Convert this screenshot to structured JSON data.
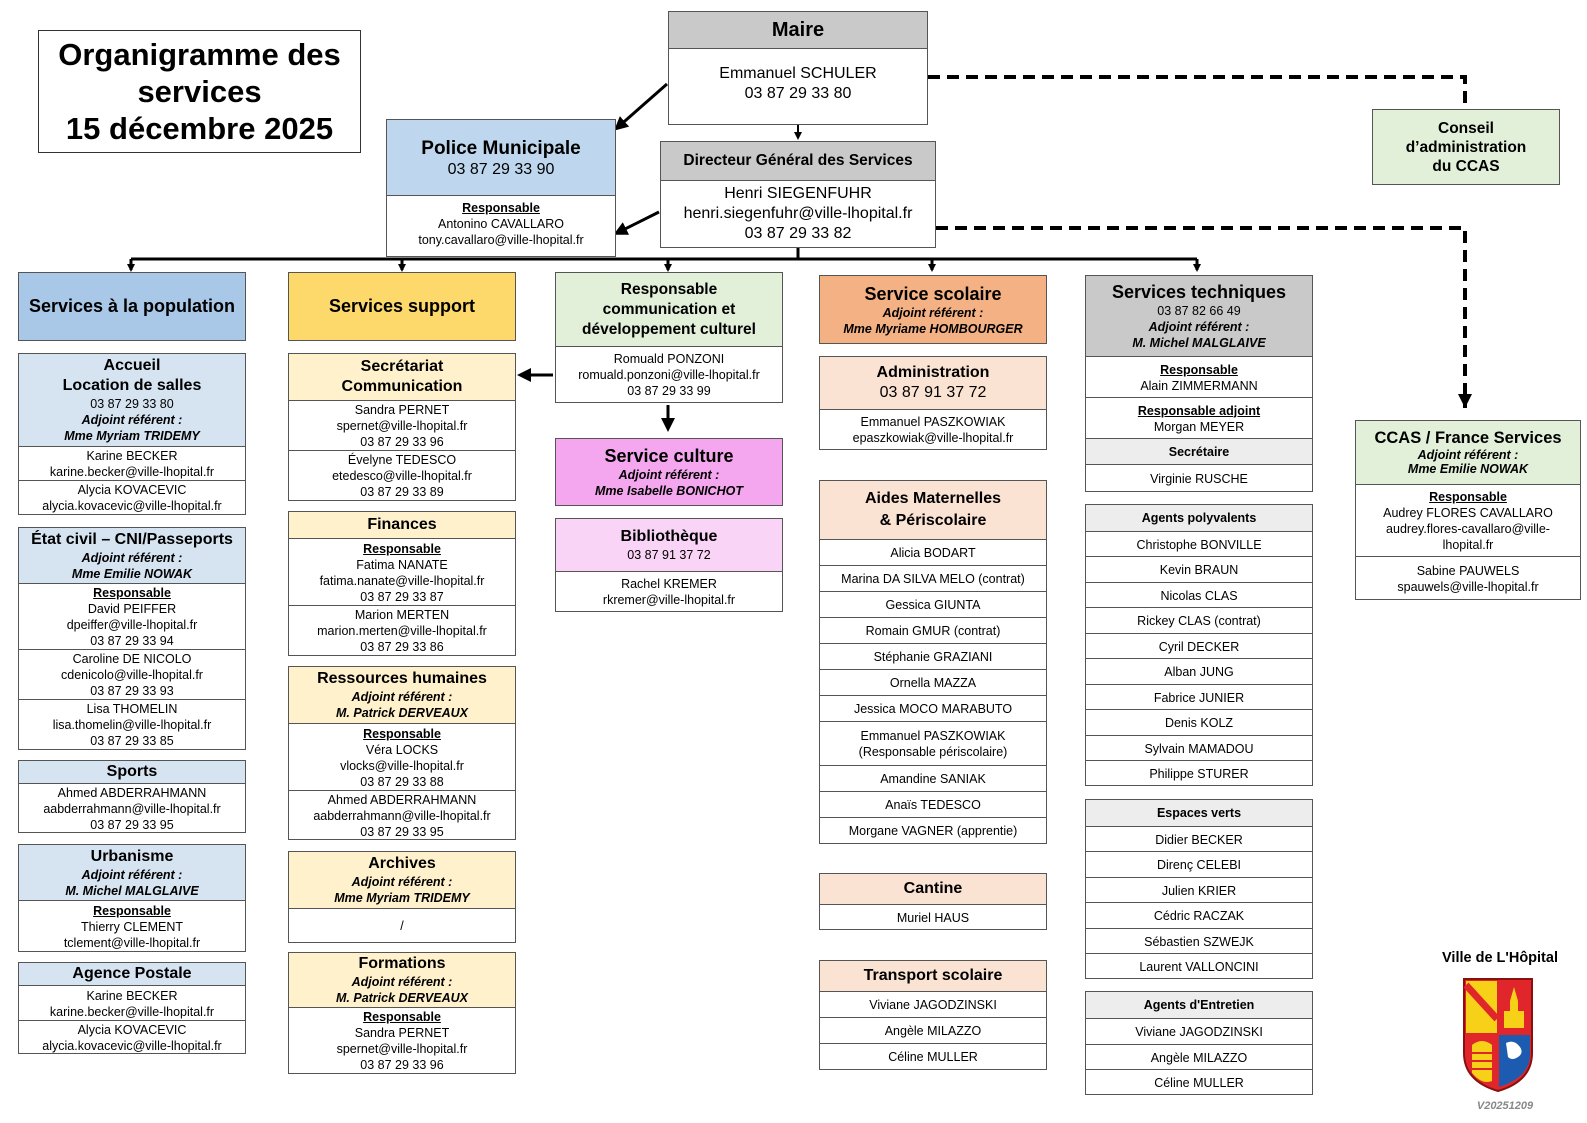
{
  "title": {
    "line1": "Organigramme des",
    "line2": "services",
    "line3": "15 décembre 2025"
  },
  "colors": {
    "blue": "#d6e4f2",
    "blue_dark": "#a9c7e6",
    "yellow": "#fdd86a",
    "yellow_light": "#fff1cc",
    "green": "#e2efd9",
    "orange": "#f4b183",
    "orange_light": "#fbe3d4",
    "gray": "#c9c9c9",
    "gray_light": "#ededed",
    "pink": "#f4a6ee",
    "pink_light": "#f9d4f6"
  },
  "maire": {
    "title": "Maire",
    "name": "Emmanuel SCHULER",
    "phone": "03 87 29 33 80"
  },
  "police": {
    "title": "Police Municipale",
    "phone": "03 87 29 33 90",
    "resp_label": "Responsable",
    "name": "Antonino CAVALLARO",
    "email": "tony.cavallaro@ville-lhopital.fr"
  },
  "dgs": {
    "title": "Directeur Général des Services",
    "name": "Henri SIEGENFUHR",
    "email": "henri.siegenfuhr@ville-lhopital.fr",
    "phone": "03 87 29 33 82"
  },
  "conseil": {
    "line1": "Conseil",
    "line2": "d’administration",
    "line3": "du CCAS"
  },
  "ccas": {
    "title": "CCAS / France Services",
    "adj_label": "Adjoint référent :",
    "adj": "Mme Emilie NOWAK",
    "resp_label": "Responsable",
    "r1_name": "Audrey FLORES CAVALLARO",
    "r1_email_a": "audrey.flores-cavallaro@ville-",
    "r1_email_b": "lhopital.fr",
    "r2_name": "Sabine PAUWELS",
    "r2_email": "spauwels@ville-lhopital.fr"
  },
  "col_population": {
    "title": "Services à la population",
    "accueil": {
      "title1": "Accueil",
      "title2": "Location de salles",
      "phone": "03 87 29 33 80",
      "adj_label": "Adjoint référent :",
      "adj": "Mme Myriam TRIDEMY",
      "p1_name": "Karine BECKER",
      "p1_email": "karine.becker@ville-lhopital.fr",
      "p2_name": "Alycia KOVACEVIC",
      "p2_email": "alycia.kovacevic@ville-lhopital.fr"
    },
    "etatcivil": {
      "title": "État civil – CNI/Passeports",
      "adj_label": "Adjoint référent :",
      "adj": "Mme Emilie NOWAK",
      "resp_label": "Responsable",
      "p1_name": "David PEIFFER",
      "p1_email": "dpeiffer@ville-lhopital.fr",
      "p1_phone": "03 87 29 33 94",
      "p2_name": "Caroline DE NICOLO",
      "p2_email": "cdenicolo@ville-lhopital.fr",
      "p2_phone": "03 87 29 33 93",
      "p3_name": "Lisa THOMELIN",
      "p3_email": "lisa.thomelin@ville-lhopital.fr",
      "p3_phone": "03 87 29 33 85"
    },
    "sports": {
      "title": "Sports",
      "name": "Ahmed ABDERRAHMANN",
      "email": "aabderrahmann@ville-lhopital.fr",
      "phone": "03 87 29 33 95"
    },
    "urbanisme": {
      "title": "Urbanisme",
      "adj_label": "Adjoint référent :",
      "adj": "M. Michel MALGLAIVE",
      "resp_label": "Responsable",
      "name": "Thierry CLEMENT",
      "email": "tclement@ville-lhopital.fr"
    },
    "postale": {
      "title": "Agence Postale",
      "p1_name": "Karine BECKER",
      "p1_email": "karine.becker@ville-lhopital.fr",
      "p2_name": "Alycia KOVACEVIC",
      "p2_email": "alycia.kovacevic@ville-lhopital.fr"
    }
  },
  "col_support": {
    "title": "Services support",
    "secretariat": {
      "title1": "Secrétariat",
      "title2": "Communication",
      "p1_name": "Sandra PERNET",
      "p1_email": "spernet@ville-lhopital.fr",
      "p1_phone": "03 87 29 33 96",
      "p2_name": "Évelyne TEDESCO",
      "p2_email": "etedesco@ville-lhopital.fr",
      "p2_phone": "03 87 29 33 89"
    },
    "finances": {
      "title": "Finances",
      "resp_label": "Responsable",
      "p1_name": "Fatima NANATE",
      "p1_email": "fatima.nanate@ville-lhopital.fr",
      "p1_phone": "03 87 29 33 87",
      "p2_name": "Marion MERTEN",
      "p2_email": "marion.merten@ville-lhopital.fr",
      "p2_phone": "03 87 29 33 86"
    },
    "rh": {
      "title": "Ressources humaines",
      "adj_label": "Adjoint référent :",
      "adj": "M. Patrick DERVEAUX",
      "resp_label": "Responsable",
      "p1_name": "Véra LOCKS",
      "p1_email": "vlocks@ville-lhopital.fr",
      "p1_phone": "03 87 29 33 88",
      "p2_name": "Ahmed ABDERRAHMANN",
      "p2_email": "aabderrahmann@ville-lhopital.fr",
      "p2_phone": "03 87 29 33 95"
    },
    "archives": {
      "title": "Archives",
      "adj_label": "Adjoint référent :",
      "adj": "Mme Myriam TRIDEMY",
      "empty": "/"
    },
    "formations": {
      "title": "Formations",
      "adj_label": "Adjoint référent :",
      "adj": "M. Patrick DERVEAUX",
      "resp_label": "Responsable",
      "name": "Sandra PERNET",
      "email": "spernet@ville-lhopital.fr",
      "phone": "03 87 29 33 96"
    }
  },
  "col_comm": {
    "title1": "Responsable",
    "title2": "communication et",
    "title3": "développement culturel",
    "name": "Romuald PONZONI",
    "email": "romuald.ponzoni@ville-lhopital.fr",
    "phone": "03 87 29 33 99",
    "culture": {
      "title": "Service culture",
      "adj_label": "Adjoint référent  :",
      "adj": "Mme Isabelle BONICHOT"
    },
    "biblio": {
      "title": "Bibliothèque",
      "phone": "03 87 91 37 72",
      "name": "Rachel KREMER",
      "email": "rkremer@ville-lhopital.fr"
    }
  },
  "col_scolaire": {
    "title": "Service scolaire",
    "adj_label": "Adjoint référent :",
    "adj": "Mme Myriame HOMBOURGER",
    "admin": {
      "title": "Administration",
      "phone": "03 87 91 37 72",
      "name": "Emmanuel PASZKOWIAK",
      "email": "epaszkowiak@ville-lhopital.fr"
    },
    "aides": {
      "title1": "Aides Maternelles",
      "title2": "& Périscolaire",
      "people": [
        "Alicia BODART",
        "Marina DA SILVA MELO (contrat)",
        "Gessica GIUNTA",
        "Romain GMUR (contrat)",
        "Stéphanie GRAZIANI",
        "Ornella MAZZA",
        "Jessica MOCO MARABUTO"
      ],
      "special_a": "Emmanuel PASZKOWIAK",
      "special_b": "(Responsable périscolaire)",
      "people2": [
        "Amandine SANIAK",
        "Anaïs TEDESCO",
        "Morgane VAGNER (apprentie)"
      ]
    },
    "cantine": {
      "title": "Cantine",
      "name": "Muriel HAUS"
    },
    "transport": {
      "title": "Transport scolaire",
      "people": [
        "Viviane JAGODZINSKI",
        "Angèle MILAZZO",
        "Céline MULLER"
      ]
    }
  },
  "col_tech": {
    "title": "Services techniques",
    "phone": "03 87 82 66 49",
    "adj_label": "Adjoint référent :",
    "adj": "M. Michel MALGLAIVE",
    "resp_label": "Responsable",
    "resp_name": "Alain ZIMMERMANN",
    "radj_label": "Responsable adjoint",
    "radj_name": "Morgan MEYER",
    "secr_label": "Secrétaire",
    "secr_name": "Virginie RUSCHE",
    "poly": {
      "title": "Agents polyvalents",
      "people": [
        "Christophe BONVILLE",
        "Kevin BRAUN",
        "Nicolas CLAS",
        "Rickey CLAS (contrat)",
        "Cyril DECKER",
        "Alban JUNG",
        "Fabrice JUNIER",
        "Denis KOLZ",
        "Sylvain MAMADOU",
        "Philippe STURER"
      ]
    },
    "verts": {
      "title": "Espaces verts",
      "people": [
        "Didier BECKER",
        "Direnç CELEBI",
        "Julien KRIER",
        "Cédric RACZAK",
        "Sébastien SZWEJK",
        "Laurent VALLONCINI"
      ]
    },
    "entretien": {
      "title": "Agents d'Entretien",
      "people": [
        "Viviane JAGODZINSKI",
        "Angèle MILAZZO",
        "Céline MULLER"
      ]
    }
  },
  "logo": {
    "town": "Ville de L'Hôpital",
    "version": "V20251209"
  }
}
